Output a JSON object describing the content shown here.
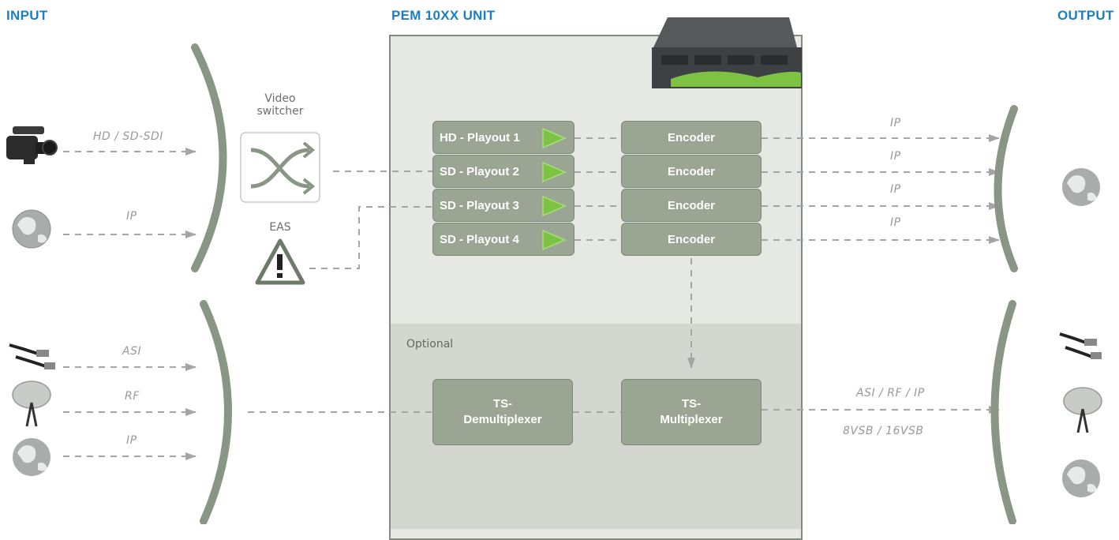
{
  "headers": {
    "input": "INPUT",
    "unit": "PEM 10XX UNIT",
    "output": "OUTPUT"
  },
  "input_labels": {
    "hd_sdi": "HD / SD-SDI",
    "ip_top": "IP",
    "asi": "ASI",
    "rf": "RF",
    "ip_bottom": "IP"
  },
  "video_switcher": {
    "line1": "Video",
    "line2": "switcher"
  },
  "eas": {
    "label": "EAS"
  },
  "playouts": [
    "HD - Playout 1",
    "SD - Playout 2",
    "SD - Playout 3",
    "SD - Playout 4"
  ],
  "encoders": [
    "Encoder",
    "Encoder",
    "Encoder",
    "Encoder"
  ],
  "optional_label": "Optional",
  "demux": {
    "line1": "TS-",
    "line2": "Demultiplexer"
  },
  "mux": {
    "line1": "TS-",
    "line2": "Multiplexer"
  },
  "output_labels": {
    "ip1": "IP",
    "ip2": "IP",
    "ip3": "IP",
    "ip4": "IP",
    "asi_rf_ip": "ASI / RF / IP",
    "vsb": "8VSB / 16VSB"
  },
  "colors": {
    "header_blue": "#1b7fbf",
    "box_fill": "#9aa594",
    "play_green": "#7dc242",
    "bracket": "#8a9685",
    "dash": "#a5a5a5"
  },
  "icons": {
    "camera": "camera-icon",
    "globe": "globe-icon",
    "cable": "bnc-cable-icon",
    "satellite": "satellite-dish-icon",
    "switcher": "switch-arrows-icon",
    "warning": "warning-triangle-icon",
    "server": "server-rack-icon",
    "play": "play-triangle-icon"
  }
}
